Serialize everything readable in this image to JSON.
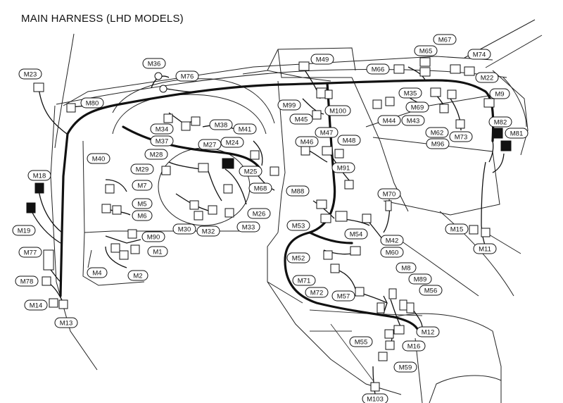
{
  "title": "MAIN HARNESS (LHD MODELS)",
  "labels": [
    {
      "id": "M23",
      "text": "M23"
    },
    {
      "id": "M80",
      "text": "M80"
    },
    {
      "id": "M36",
      "text": "M36"
    },
    {
      "id": "M76",
      "text": "M76"
    },
    {
      "id": "M49",
      "text": "M49"
    },
    {
      "id": "M66",
      "text": "M66"
    },
    {
      "id": "M65",
      "text": "M65"
    },
    {
      "id": "M67",
      "text": "M67"
    },
    {
      "id": "M74",
      "text": "M74"
    },
    {
      "id": "M22",
      "text": "M22"
    },
    {
      "id": "M9",
      "text": "M9"
    },
    {
      "id": "M35",
      "text": "M35"
    },
    {
      "id": "M99",
      "text": "M99"
    },
    {
      "id": "M100",
      "text": "M100"
    },
    {
      "id": "M69",
      "text": "M69"
    },
    {
      "id": "M45",
      "text": "M45"
    },
    {
      "id": "M34",
      "text": "M34"
    },
    {
      "id": "M38",
      "text": "M38"
    },
    {
      "id": "M37",
      "text": "M37"
    },
    {
      "id": "M41",
      "text": "M41"
    },
    {
      "id": "M44",
      "text": "M44"
    },
    {
      "id": "M43",
      "text": "M43"
    },
    {
      "id": "M62",
      "text": "M62"
    },
    {
      "id": "M73",
      "text": "M73"
    },
    {
      "id": "M82",
      "text": "M82"
    },
    {
      "id": "M81",
      "text": "M81"
    },
    {
      "id": "M96",
      "text": "M96"
    },
    {
      "id": "M47",
      "text": "M47"
    },
    {
      "id": "M48",
      "text": "M48"
    },
    {
      "id": "M46",
      "text": "M46"
    },
    {
      "id": "M27",
      "text": "M27"
    },
    {
      "id": "M24",
      "text": "M24"
    },
    {
      "id": "M28",
      "text": "M28"
    },
    {
      "id": "M40",
      "text": "M40"
    },
    {
      "id": "M29",
      "text": "M29"
    },
    {
      "id": "M25",
      "text": "M25"
    },
    {
      "id": "M91",
      "text": "M91"
    },
    {
      "id": "M18",
      "text": "M18"
    },
    {
      "id": "M7",
      "text": "M7"
    },
    {
      "id": "M68",
      "text": "M68"
    },
    {
      "id": "M88",
      "text": "M88"
    },
    {
      "id": "M70",
      "text": "M70"
    },
    {
      "id": "M5",
      "text": "M5"
    },
    {
      "id": "M6",
      "text": "M6"
    },
    {
      "id": "M26",
      "text": "M26"
    },
    {
      "id": "M19",
      "text": "M19"
    },
    {
      "id": "M30",
      "text": "M30"
    },
    {
      "id": "M32",
      "text": "M32"
    },
    {
      "id": "M33",
      "text": "M33"
    },
    {
      "id": "M53",
      "text": "M53"
    },
    {
      "id": "M54",
      "text": "M54"
    },
    {
      "id": "M15",
      "text": "M15"
    },
    {
      "id": "M90",
      "text": "M90"
    },
    {
      "id": "M42",
      "text": "M42"
    },
    {
      "id": "M11",
      "text": "M11"
    },
    {
      "id": "M77",
      "text": "M77"
    },
    {
      "id": "M1",
      "text": "M1"
    },
    {
      "id": "M60",
      "text": "M60"
    },
    {
      "id": "M52",
      "text": "M52"
    },
    {
      "id": "M4",
      "text": "M4"
    },
    {
      "id": "M2",
      "text": "M2"
    },
    {
      "id": "M8",
      "text": "M8"
    },
    {
      "id": "M78",
      "text": "M78"
    },
    {
      "id": "M71",
      "text": "M71"
    },
    {
      "id": "M89",
      "text": "M89"
    },
    {
      "id": "M56",
      "text": "M56"
    },
    {
      "id": "M72",
      "text": "M72"
    },
    {
      "id": "M57",
      "text": "M57"
    },
    {
      "id": "M14",
      "text": "M14"
    },
    {
      "id": "M13",
      "text": "M13"
    },
    {
      "id": "M12",
      "text": "M12"
    },
    {
      "id": "M55",
      "text": "M55"
    },
    {
      "id": "M16",
      "text": "M16"
    },
    {
      "id": "M59",
      "text": "M59"
    },
    {
      "id": "M103",
      "text": "M103"
    }
  ]
}
